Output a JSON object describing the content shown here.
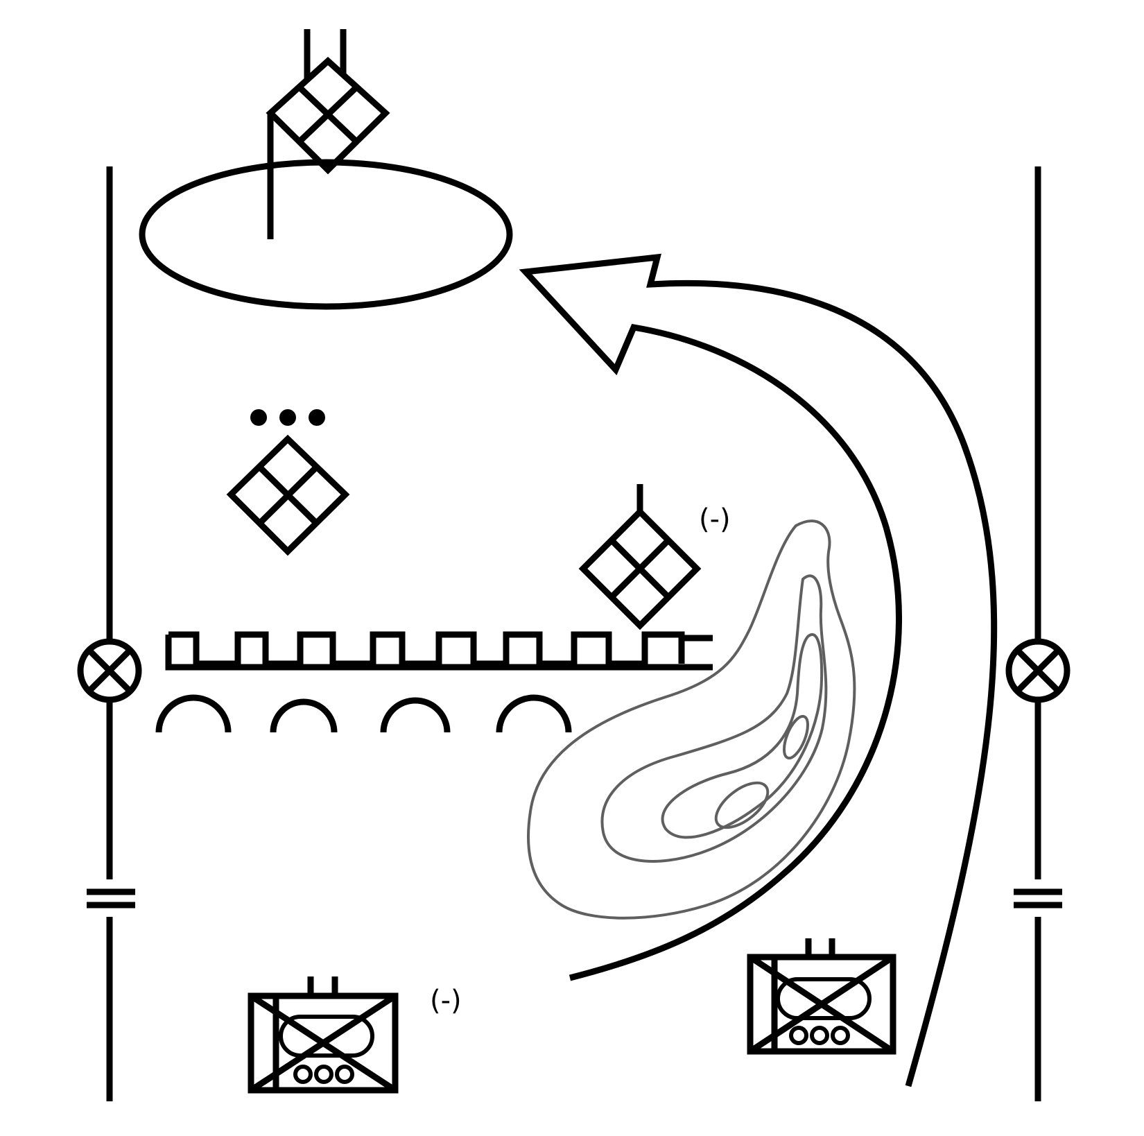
{
  "labels": {
    "strength_mech_infantry": "(-)",
    "strength_armor_left": "(-)"
  },
  "colors": {
    "symbol": "#000000",
    "contour": "#5f5f5f",
    "background": "#ffffff"
  },
  "symbols": [
    "boundary-line-left",
    "boundary-line-right",
    "objective-ellipse",
    "mechanized-infantry-hq",
    "mechanized-infantry-platoon",
    "mechanized-infantry-detachment",
    "fortified-line",
    "obstacle-arches",
    "terrain-contours",
    "axis-of-advance-arrow",
    "armor-company-left",
    "armor-company-right"
  ]
}
